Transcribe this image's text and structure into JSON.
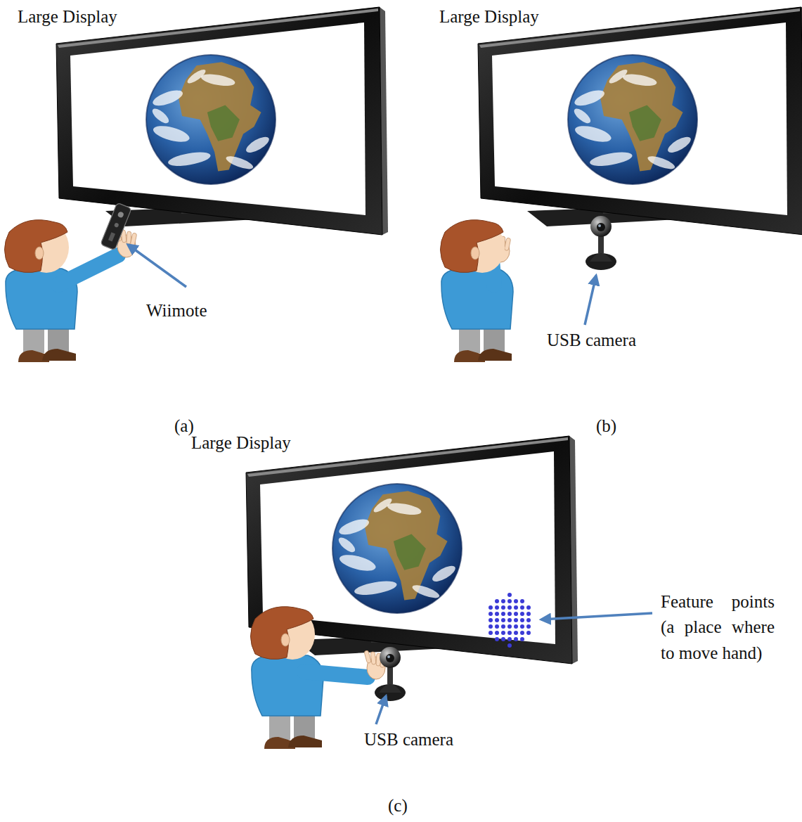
{
  "diagram": {
    "labels": [
      "Large Display",
      "Wiimote",
      "(a)",
      "Large Display",
      "USB camera",
      "(b)",
      "Large Display",
      "Feature points (a place where to move hand)",
      "USB camera",
      "(c)"
    ]
  }
}
